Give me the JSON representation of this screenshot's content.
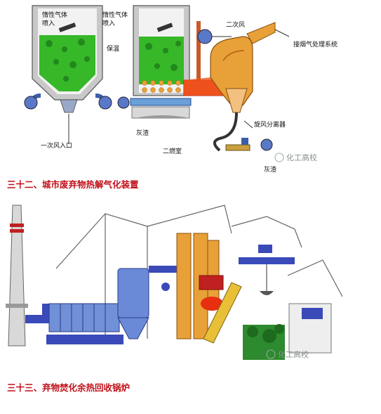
{
  "colors": {
    "caption": "#c0101a",
    "waste_green": "#36b828",
    "furnace_gray": "#b8b8b8",
    "pipe_blue": "#3a5ea8",
    "flue_orange": "#e8a038",
    "fire_red": "#e83010",
    "steel_blue": "#5a78c8"
  },
  "top_diagram": {
    "labels": {
      "inert_gas_1": "惰性气体",
      "inject_1": "喷入",
      "inert_gas_2": "惰性气体",
      "inject_2": "喷入",
      "insulation": "保温",
      "secondary_air": "二次风",
      "flue_gas": "接烟气处理系统",
      "primary_air": "一次风入口",
      "ash_1": "灰渣",
      "secondary_chamber": "二燃室",
      "cyclone": "旋风分离器",
      "ash_2": "灰渣"
    },
    "watermark": "化工高校"
  },
  "captions": {
    "caption_1": "三十二、城市废弃物热解气化装置",
    "caption_2": "三十三、弃物焚化余热回收锅炉"
  },
  "bottom_diagram": {
    "watermark": "化工高校"
  }
}
